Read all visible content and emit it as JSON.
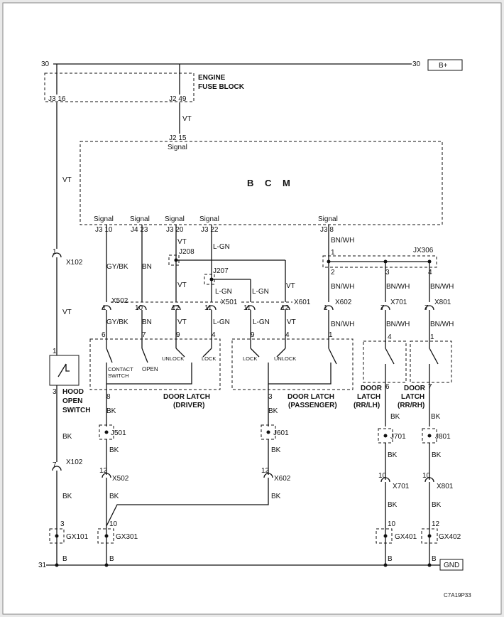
{
  "rails": {
    "b_plus_num": "30",
    "b_plus_num_right": "30",
    "b_plus_label": "B+",
    "gnd_num": "31",
    "gnd_label": "GND"
  },
  "fuse_block": {
    "title1": "ENGINE",
    "title2": "FUSE BLOCK",
    "left_pin": "J3 16",
    "right_pin": "J2 49"
  },
  "bcm": {
    "title": "B C M",
    "top_pin": "J2 15",
    "top_signal": "Signal",
    "pins": [
      {
        "signal": "Signal",
        "pin": "J3 10"
      },
      {
        "signal": "Signal",
        "pin": "J4 23"
      },
      {
        "signal": "Signal",
        "pin": "J3 20"
      },
      {
        "signal": "Signal",
        "pin": "J3 22"
      },
      {
        "signal": "Signal",
        "pin": "J3 8"
      }
    ]
  },
  "wires": {
    "vt": "VT",
    "gybk": "GY/BK",
    "bn": "BN",
    "lgn": "L-GN",
    "bnwh": "BN/WH",
    "bk": "BK",
    "b": "B"
  },
  "connectors": {
    "x102": "X102",
    "x502": "X502",
    "x501": "X501",
    "x601": "X601",
    "x602": "X602",
    "x701": "X701",
    "x801": "X801",
    "j208": "J208",
    "j207": "J207",
    "jx306": "JX306",
    "j501": "J501",
    "j601": "J601",
    "j701": "J701",
    "j801": "J801",
    "gx101": "GX101",
    "gx301": "GX301",
    "gx401": "GX401",
    "gx402": "GX402"
  },
  "pins": {
    "p1": "1",
    "p2": "2",
    "p3": "3",
    "p4": "4",
    "p6": "6",
    "p7": "7",
    "p8": "8",
    "p9": "9",
    "p10": "10",
    "p11": "11",
    "p12": "12"
  },
  "components": {
    "hood1": "HOOD",
    "hood2": "OPEN",
    "hood3": "SWITCH",
    "contact1": "CONTACT",
    "contact2": "SWITCH",
    "open": "OPEN",
    "unlock": "UNLOCK",
    "lock": "LOCK",
    "dl_driver1": "DOOR LATCH",
    "dl_driver2": "(DRIVER)",
    "dl_pass1": "DOOR LATCH",
    "dl_pass2": "(PASSENGER)",
    "door": "DOOR",
    "latch": "LATCH",
    "rrlh": "(RR/LH)",
    "rrrh": "(RR/RH)"
  },
  "footer_code": "C7A19P33"
}
